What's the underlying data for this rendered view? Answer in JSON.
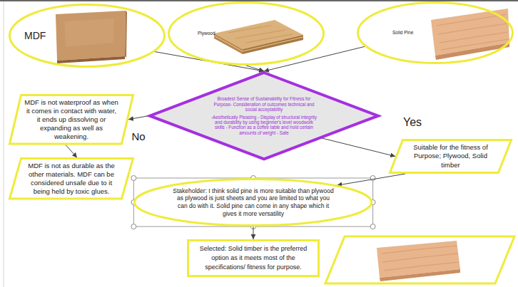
{
  "diagram": {
    "nodes": [
      {
        "text": [
          "MDF"
        ]
      },
      {
        "text": [
          "Plywood"
        ]
      },
      {
        "text": [
          "Solid Pine"
        ]
      },
      {
        "text": [
          "Broadest Sense of Sustainability for Fitness for Purpose- Consideration of outcomes technical and social acceptability",
          "-Aesthetically Pleasing - Display of structural integrity and durability by using beginner's level woodwork skills - Function as a coffee table and hold certain amounts of weight - Safe"
        ]
      },
      {
        "text": [
          "MDF is not waterproof as when it comes in contact with water, it ends up dissolving or expanding as well as weakening."
        ]
      },
      {
        "text": [
          "MDF is not as durable as the other materials. MDF can be considered unsafe due to it being held by toxic glues."
        ]
      },
      {
        "text": [
          "Suitable for the fitness of Purpose; Plywood, Solid timber"
        ]
      },
      {
        "text": [
          "Stakeholder: I think solid pine is more suitable than plywood as plywood is just sheets and you are limited to what you can do with it. Solid pine can come in any shape which it gives it more versatility"
        ]
      },
      {
        "text": [
          "Selected: Solid timber is the preferred option as it meets most of the specifications/ fitness for purpose."
        ]
      }
    ],
    "edges": [
      {
        "from": 0,
        "to": 3,
        "arrow": "to"
      },
      {
        "from": 1,
        "to": 3,
        "arrow": "to"
      },
      {
        "from": 2,
        "to": 3,
        "arrow": "to"
      },
      {
        "from": 3,
        "to": 4,
        "label": "No",
        "arrow": "to"
      },
      {
        "from": 4,
        "to": 5,
        "arrow": "to"
      },
      {
        "from": 3,
        "to": 6,
        "label": "Yes",
        "arrow": "to"
      },
      {
        "from": 6,
        "to": 7,
        "arrow": "to"
      },
      {
        "from": 7,
        "to": 8,
        "arrow": "to"
      }
    ]
  }
}
